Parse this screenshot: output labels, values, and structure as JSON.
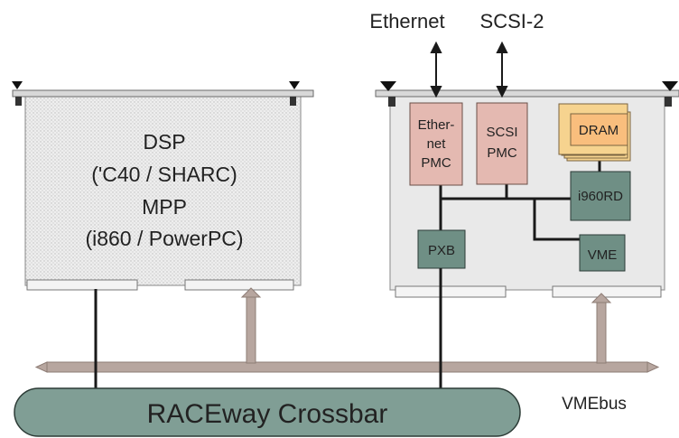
{
  "io_labels": {
    "ethernet": "Ethernet",
    "scsi": "SCSI-2"
  },
  "dsp_board": {
    "line1": "DSP",
    "line2": "('C40 / SHARC)",
    "line3": "MPP",
    "line4": "(i860 / PowerPC)"
  },
  "io_board": {
    "ethernet_pmc": {
      "line1": "Ether-",
      "line2": "net",
      "line3": "PMC"
    },
    "scsi_pmc": {
      "line1": "SCSI",
      "line2": "PMC"
    },
    "dram": "DRAM",
    "cpu": "i960RD",
    "pxb": "PXB",
    "vme": "VME"
  },
  "buses": {
    "raceway": "RACEway Crossbar",
    "vmebus": "VMEbus"
  },
  "colors": {
    "board_fill": "#e9e9e9",
    "pmc_fill": "#e4b9b1",
    "chip_fill": "#6f8f85",
    "dram_fill": "#f6d38f",
    "raceway_fill": "#809e95",
    "vmebus_fill": "#b7a69f",
    "wire": "#1a1a1a"
  }
}
